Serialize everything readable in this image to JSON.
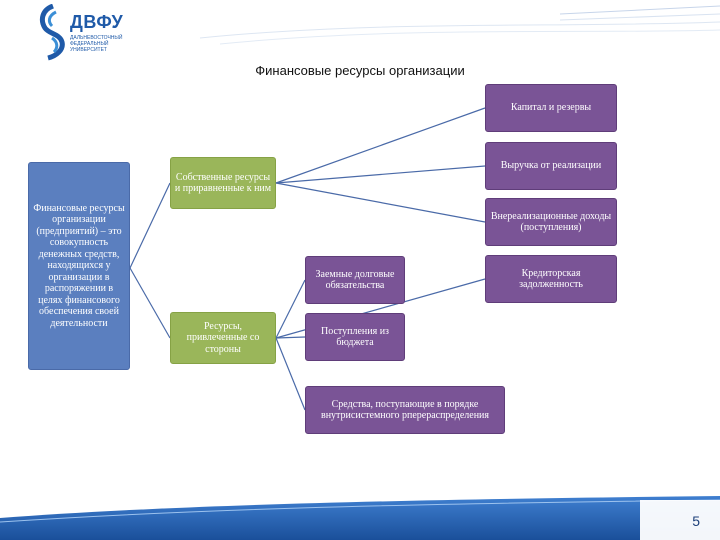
{
  "logo": {
    "text": "ДВФУ",
    "subtitle": "ДАЛЬНЕВОСТОЧНЫЙ ФЕДЕРАЛЬНЫЙ УНИВЕРСИТЕТ"
  },
  "title": "Финансовые ресурсы организации",
  "nodes": {
    "definition": "Финансовые ресурсы организации (предприятий) – это совокупность денежных средств, находящихся у организации в распоряжении в целях финансового обеспечения своей деятельности",
    "own": "Собственные ресурсы и приравненные к ним",
    "attracted": "Ресурсы, привлеченные со стороны",
    "capital": "Капитал и резервы",
    "revenue": "Выручка от реализации",
    "nonoperating": "Внереализационные доходы (поступления)",
    "borrowed": "Заемные долговые обязательства",
    "payables": "Кредиторская задолженность",
    "budget": "Поступления из бюджета",
    "intrasystem": "Средства, поступающие в порядке внутрисистемного рперераспределения"
  },
  "page_number": "5",
  "colors": {
    "definition": "#5b7fbf",
    "level2": "#9ab65a",
    "leaves": "#7a5496",
    "accent": "#1f5aa8"
  }
}
